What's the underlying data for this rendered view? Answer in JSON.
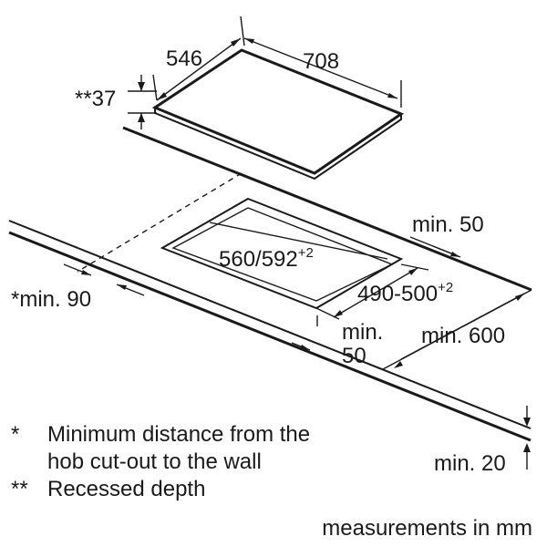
{
  "labels": {
    "width_hob": "546",
    "length_hob": "708",
    "recess": "**37",
    "cutout": "560/592",
    "cutout_tol": "+2",
    "depth": "490-500",
    "depth_tol": "+2",
    "min_back": "min. 50",
    "min_wall": "*min. 90",
    "min_front_1": "min.",
    "min_front_2": "50",
    "min_600": "min. 600",
    "min_20": "min. 20"
  },
  "notes": [
    {
      "mark": "*",
      "line1": "Minimum distance from the",
      "line2": "hob cut-out to the wall"
    },
    {
      "mark": "**",
      "line1": "Recessed depth",
      "line2": ""
    }
  ],
  "footer": "measurements in mm"
}
